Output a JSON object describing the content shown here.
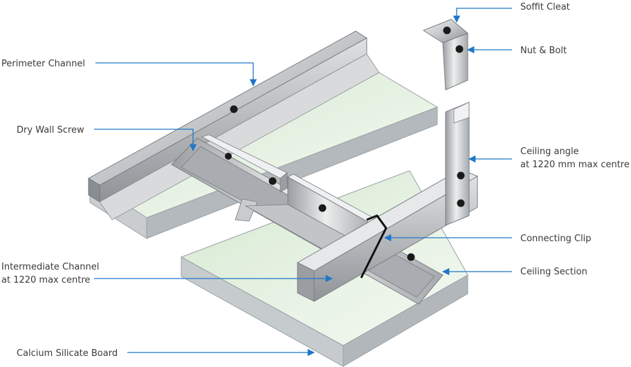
{
  "labels": {
    "soffit_cleat": "Soffit Cleat",
    "perimeter_channel": "Perimeter Channel",
    "nut_bolt": "Nut & Bolt",
    "dry_wall_screw": "Dry Wall Screw",
    "ceiling_angle": {
      "line1": "Ceiling angle",
      "line2": "at 1220 mm max centre"
    },
    "connecting_clip": "Connecting Clip",
    "intermediate_channel": {
      "line1": "Intermediate Channel",
      "line2": "at 1220 max centre"
    },
    "ceiling_section": "Ceiling Section",
    "calcium_silicate_board": "Calcium Silicate Board"
  },
  "colors": {
    "leader": "#1f77c8",
    "board_face": "#e3f0df",
    "board_edge": "#b7bcc0",
    "metal_light": "#e9eaeb",
    "metal_mid": "#b9bcbf",
    "metal_dark": "#7e8286",
    "bolt": "#1a1a1a",
    "text": "#3a3a3a"
  }
}
